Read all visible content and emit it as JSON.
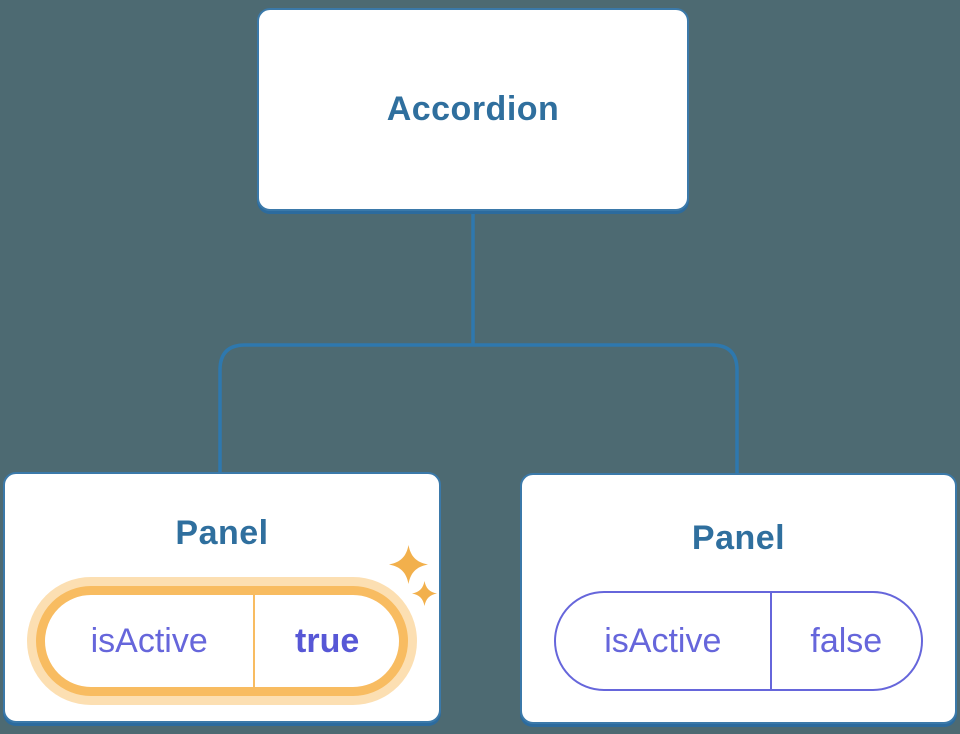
{
  "theme": {
    "bg": "#4d6a72",
    "line": "#2e78ae",
    "boxBg": "#ffffff",
    "boxBorder": "#3b79a9",
    "boxShadow": "#2c6b9e",
    "titleColor": "#2f6f9e",
    "purple": "#6666db",
    "purpleBold": "#5757d6",
    "orange": "#f8bc61",
    "orangeHalo": "#fcdfb2",
    "sparkle": "#f2b04c"
  },
  "tree": {
    "root": {
      "label": "Accordion"
    },
    "panels": [
      {
        "title": "Panel",
        "state_prop": "isActive",
        "state_value": "true",
        "highlighted": true
      },
      {
        "title": "Panel",
        "state_prop": "isActive",
        "state_value": "false",
        "highlighted": false
      }
    ]
  }
}
